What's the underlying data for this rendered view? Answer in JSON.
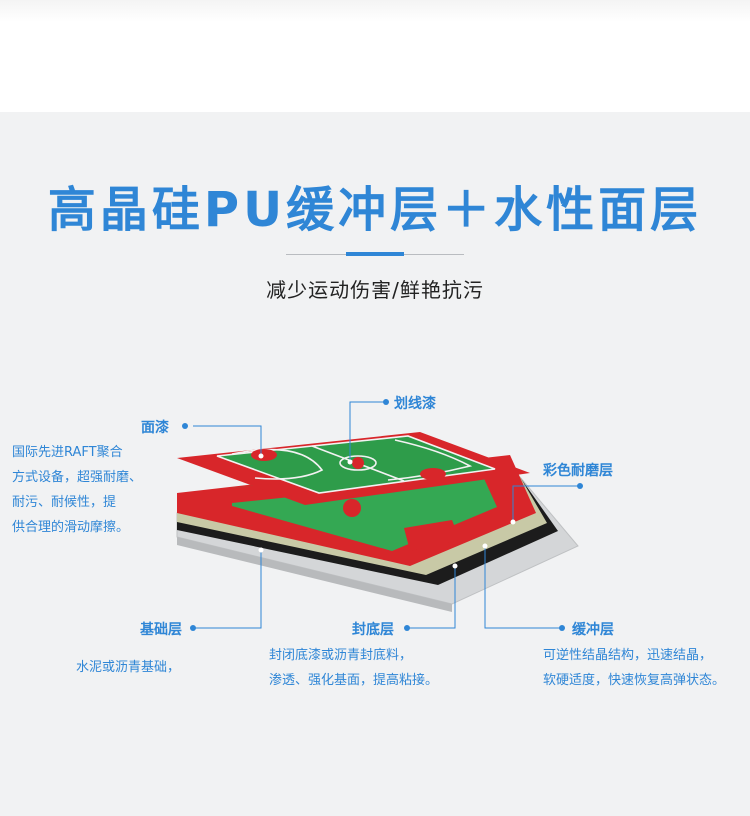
{
  "title": "高晶硅PU缓冲层＋水性面层",
  "subtitle": "减少运动伤害/鲜艳抗污",
  "layers": {
    "top_coat": {
      "label": "面漆"
    },
    "line_paint": {
      "label": "划线漆"
    },
    "color_wear": {
      "label": "彩色耐磨层"
    },
    "base": {
      "label": "基础层",
      "desc": [
        "水泥或沥青基础，"
      ]
    },
    "seal": {
      "label": "封底层",
      "desc": [
        "封闭底漆或沥青封底料，",
        "渗透、强化基面，提高粘接。"
      ]
    },
    "cushion": {
      "label": "缓冲层",
      "desc": [
        "可逆性结晶结构，迅速结晶，",
        "软硬适度，快速恢复高弹状态。"
      ]
    }
  },
  "left_note": [
    "国际先进RAFT聚合",
    "方式设备，超强耐磨、",
    "耐污、耐候性，提",
    "供合理的滑动摩擦。"
  ],
  "colors": {
    "accent": "#2f86d6",
    "court_red": "#d8262a",
    "court_green": "#34a853",
    "cushion_layer": "#c8c9a6",
    "seal_layer": "#1c1c1c",
    "base_layer": "#d4d6d8"
  }
}
